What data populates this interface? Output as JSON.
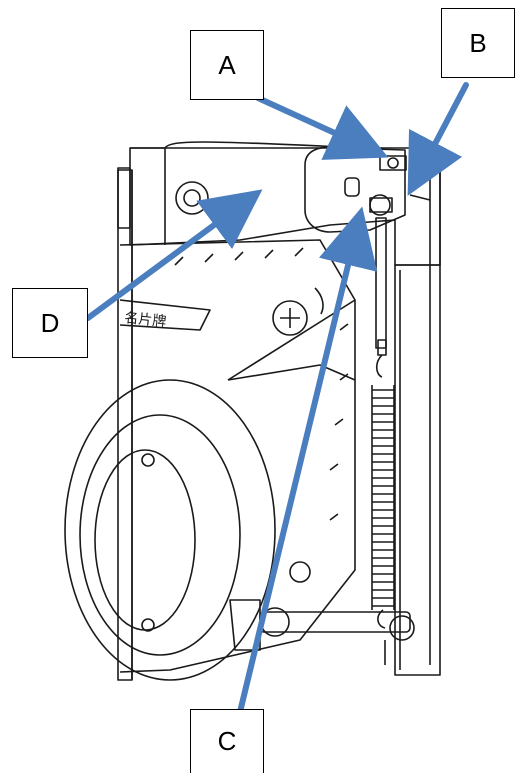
{
  "labels": {
    "a": "A",
    "b": "B",
    "c": "C",
    "d": "D"
  },
  "part_marking": "名片牌",
  "colors": {
    "arrow": "#4a7ebf",
    "line": "#1a1a1a",
    "background": "#ffffff"
  }
}
